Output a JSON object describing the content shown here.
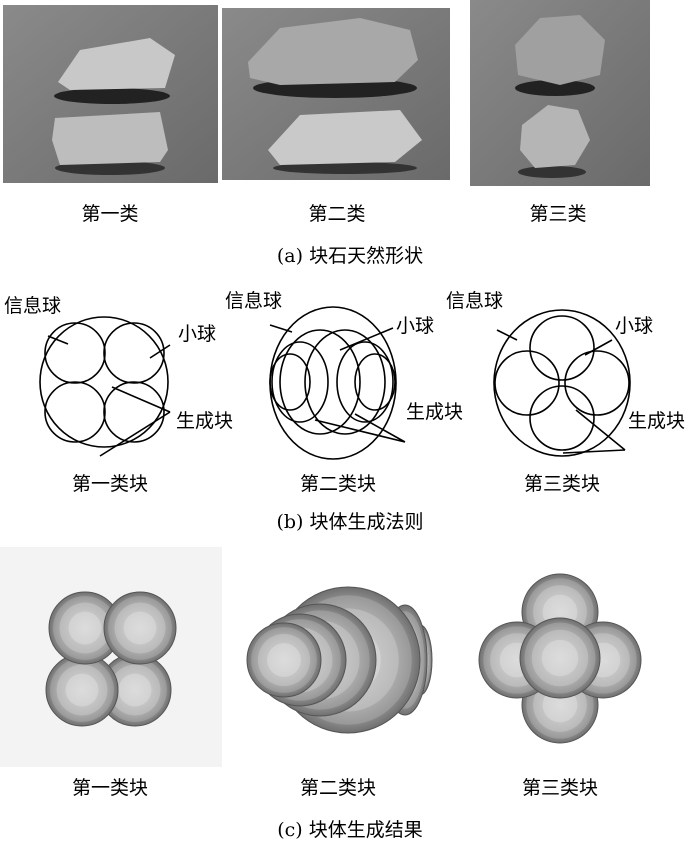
{
  "panel_a": {
    "labels": [
      "第一类",
      "第二类",
      "第三类"
    ],
    "caption": "(a) 块石天然形状"
  },
  "panel_b": {
    "diagrams": [
      {
        "info_ball": "信息球",
        "small_ball": "小球",
        "generated_block": "生成块",
        "label": "第一类块"
      },
      {
        "info_ball": "信息球",
        "small_ball": "小球",
        "generated_block": "生成块",
        "label": "第二类块"
      },
      {
        "info_ball": "信息球",
        "small_ball": "小球",
        "generated_block": "生成块",
        "label": "第三类块"
      }
    ],
    "caption": "(b) 块体生成法则"
  },
  "panel_c": {
    "labels": [
      "第一类块",
      "第二类块",
      "第三类块"
    ],
    "caption": "(c) 块体生成结果"
  }
}
